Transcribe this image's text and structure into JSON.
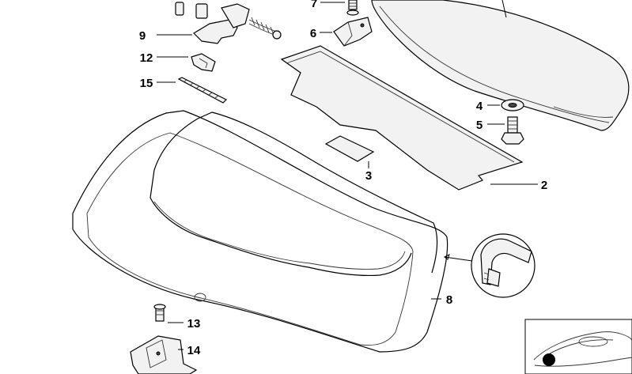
{
  "callouts": [
    {
      "id": "c9",
      "text": "9"
    },
    {
      "id": "c7",
      "text": "7"
    },
    {
      "id": "c6",
      "text": "6"
    },
    {
      "id": "c12",
      "text": "12"
    },
    {
      "id": "c15",
      "text": "15"
    },
    {
      "id": "c4",
      "text": "4"
    },
    {
      "id": "c5",
      "text": "5"
    },
    {
      "id": "c3",
      "text": "3"
    },
    {
      "id": "c2",
      "text": "2"
    },
    {
      "id": "c8",
      "text": "8"
    },
    {
      "id": "c13",
      "text": "13"
    },
    {
      "id": "c14",
      "text": "14"
    }
  ]
}
